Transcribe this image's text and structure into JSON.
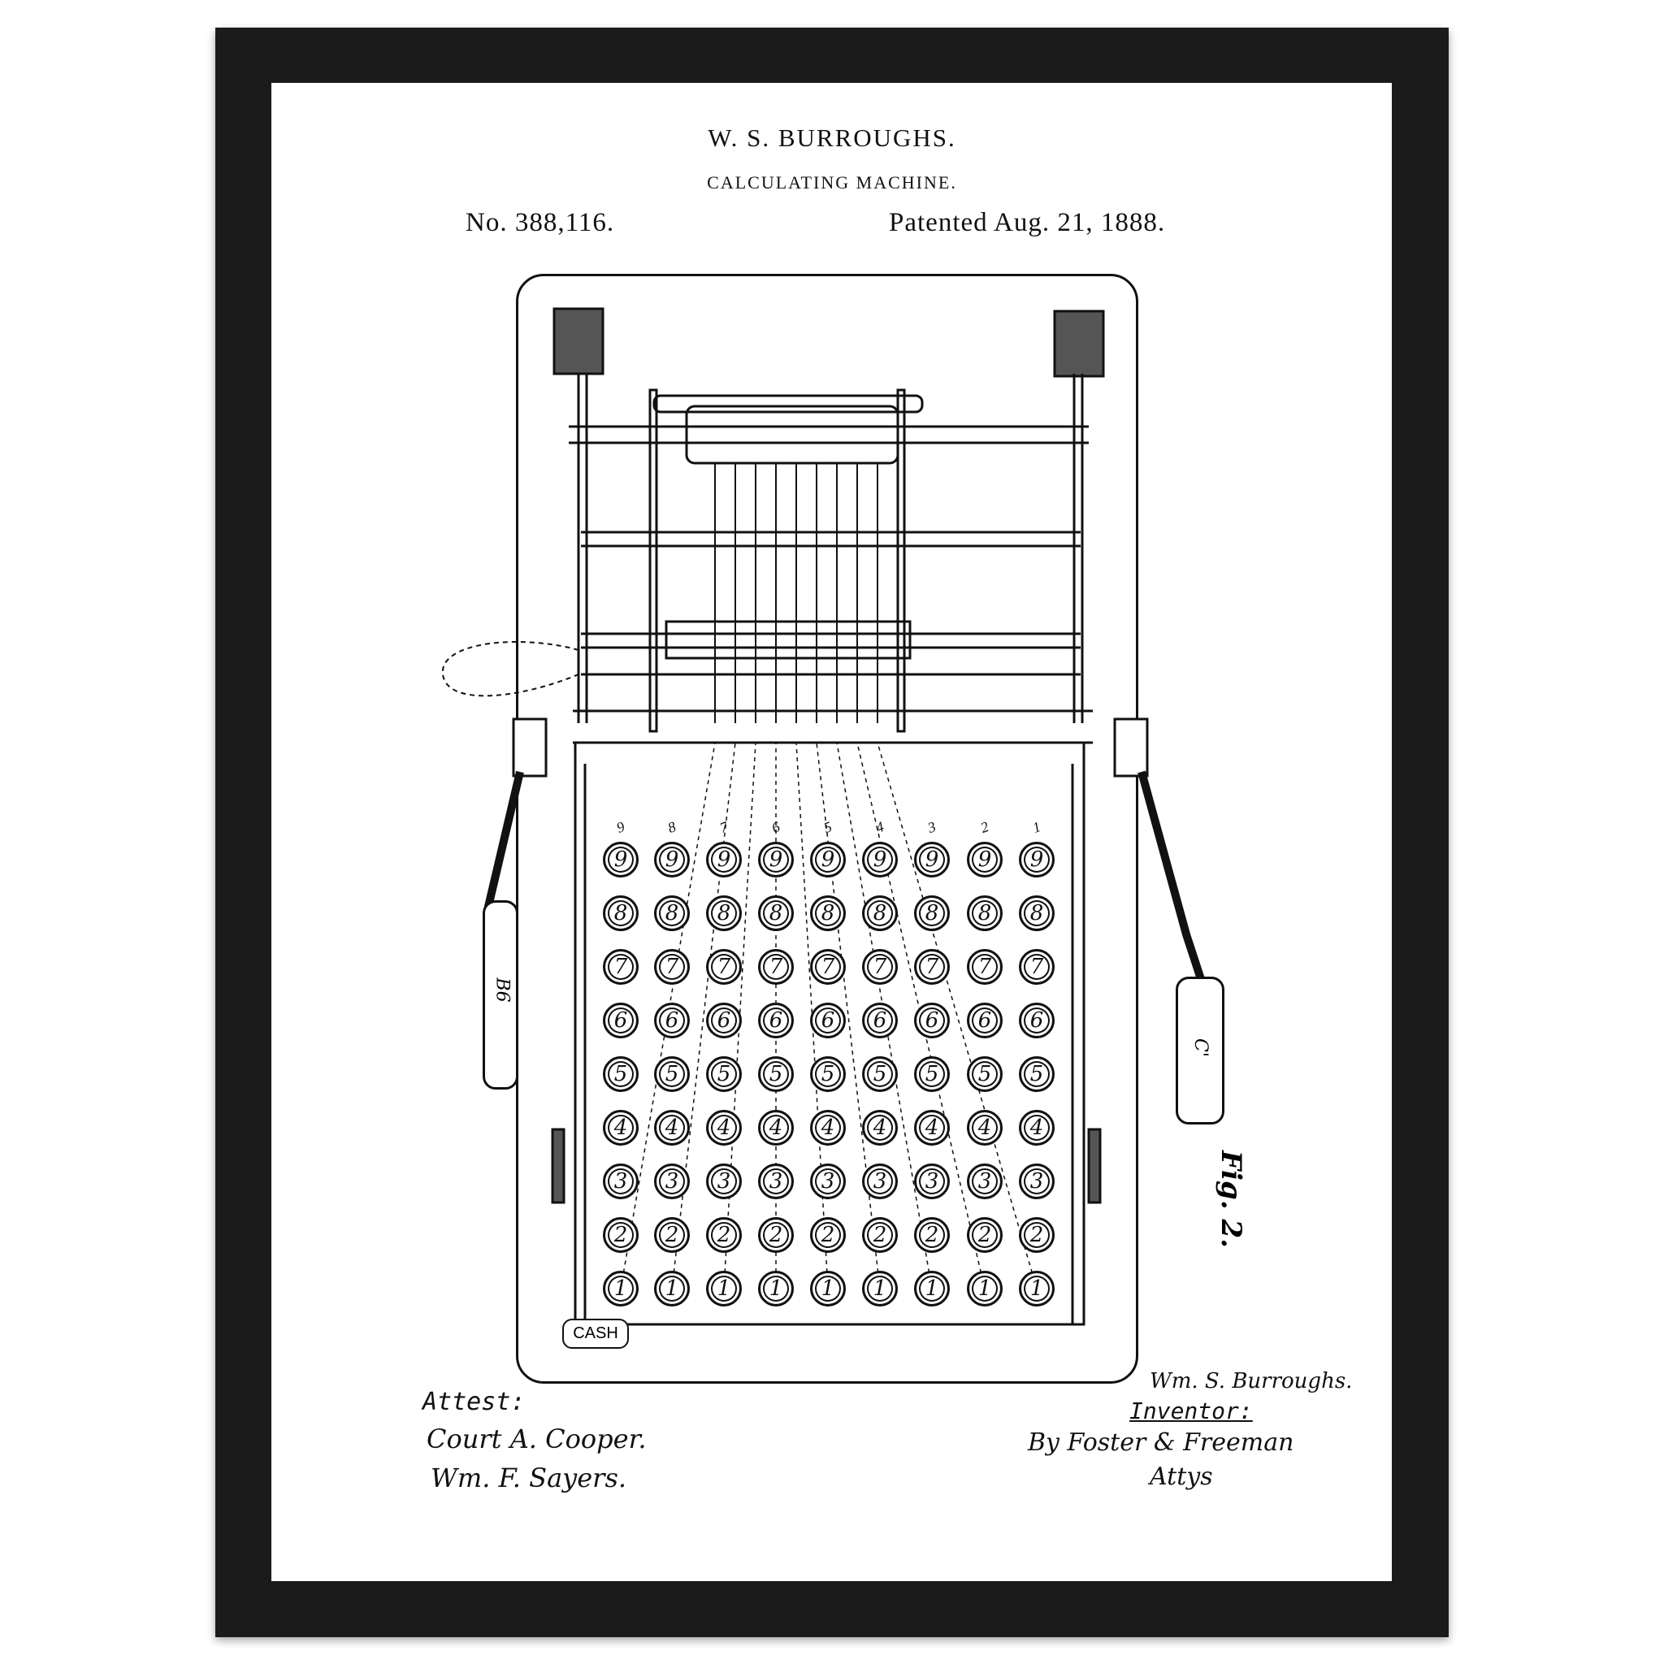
{
  "header": {
    "inventor": "W. S. BURROUGHS.",
    "title": "CALCULATING MACHINE.",
    "patent_number": "No. 388,116.",
    "patent_date": "Patented Aug. 21, 1888."
  },
  "keyboard": {
    "column_labels": [
      "9",
      "8",
      "7",
      "6",
      "5",
      "4",
      "3",
      "2",
      "1"
    ],
    "key_rows": [
      "9",
      "8",
      "7",
      "6",
      "5",
      "4",
      "3",
      "2",
      "1"
    ],
    "cash_key": "CASH"
  },
  "handles": {
    "left": "B6",
    "right": "C'"
  },
  "figure_label": "Fig. 2.",
  "signatures": {
    "attest_label": "Attest:",
    "witness_1": "Court A. Cooper.",
    "witness_2": "Wm. F. Sayers.",
    "inventor_signature": "Wm. S. Burroughs.",
    "inventor_label": "Inventor:",
    "attorneys": "By Foster & Freeman",
    "attorneys_suffix": "Attys"
  },
  "colors": {
    "frame": "#1b1b1b",
    "paper": "#ffffff",
    "ink": "#111111"
  }
}
